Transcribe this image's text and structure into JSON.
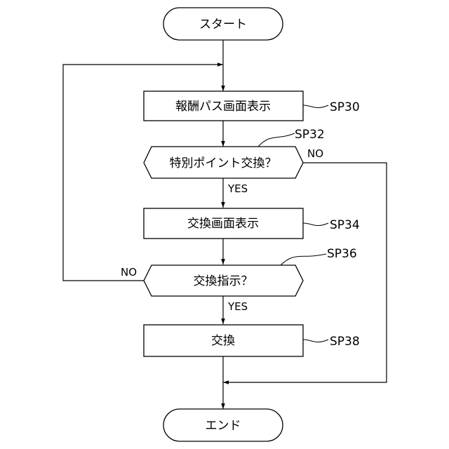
{
  "flowchart": {
    "start": "スタート",
    "end": "エンド",
    "steps": {
      "sp30": {
        "label": "報酬パス画面表示",
        "ref": "SP30"
      },
      "sp32": {
        "label": "特別ポイント交換？",
        "ref": "SP32"
      },
      "sp34": {
        "label": "交換画面表示",
        "ref": "SP34"
      },
      "sp36": {
        "label": "交換指示？",
        "ref": "SP36"
      },
      "sp38": {
        "label": "交換",
        "ref": "SP38"
      }
    },
    "branches": {
      "sp32_yes": "YES",
      "sp32_no": "NO",
      "sp36_yes": "YES",
      "sp36_no": "NO"
    }
  }
}
